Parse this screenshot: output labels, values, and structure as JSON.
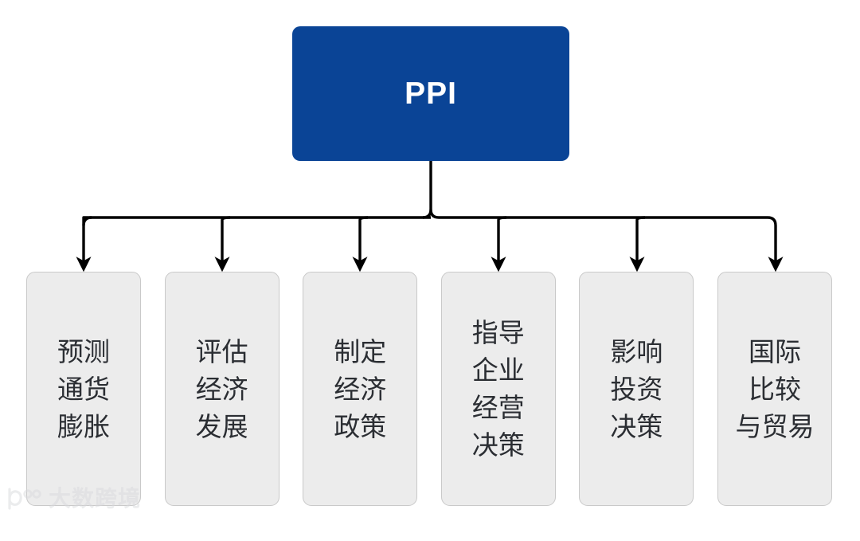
{
  "diagram": {
    "type": "tree",
    "title": "PPI",
    "root": {
      "label": "PPI",
      "fill_color": "#0a4496",
      "text_color": "#ffffff"
    },
    "node_style": {
      "fill_color": "#ececec",
      "border_color": "#c9c9c9",
      "text_color": "#2b2e33",
      "connector_color": "#000000"
    },
    "children": [
      {
        "label": "预测\n通货\n膨胀",
        "lines": [
          "预测",
          "通货",
          "膨胀"
        ]
      },
      {
        "label": "评估\n经济\n发展",
        "lines": [
          "评估",
          "经济",
          "发展"
        ]
      },
      {
        "label": "制定\n经济\n政策",
        "lines": [
          "制定",
          "经济",
          "政策"
        ]
      },
      {
        "label": "指导\n企业\n经营\n决策",
        "lines": [
          "指导",
          "企业",
          "经营",
          "决策"
        ]
      },
      {
        "label": "影响\n投资\n决策",
        "lines": [
          "影响",
          "投资",
          "决策"
        ]
      },
      {
        "label": "国际\n比较\n与贸易",
        "lines": [
          "国际",
          "比较",
          "与贸易"
        ]
      }
    ]
  },
  "watermark": {
    "text": "大数跨境"
  }
}
